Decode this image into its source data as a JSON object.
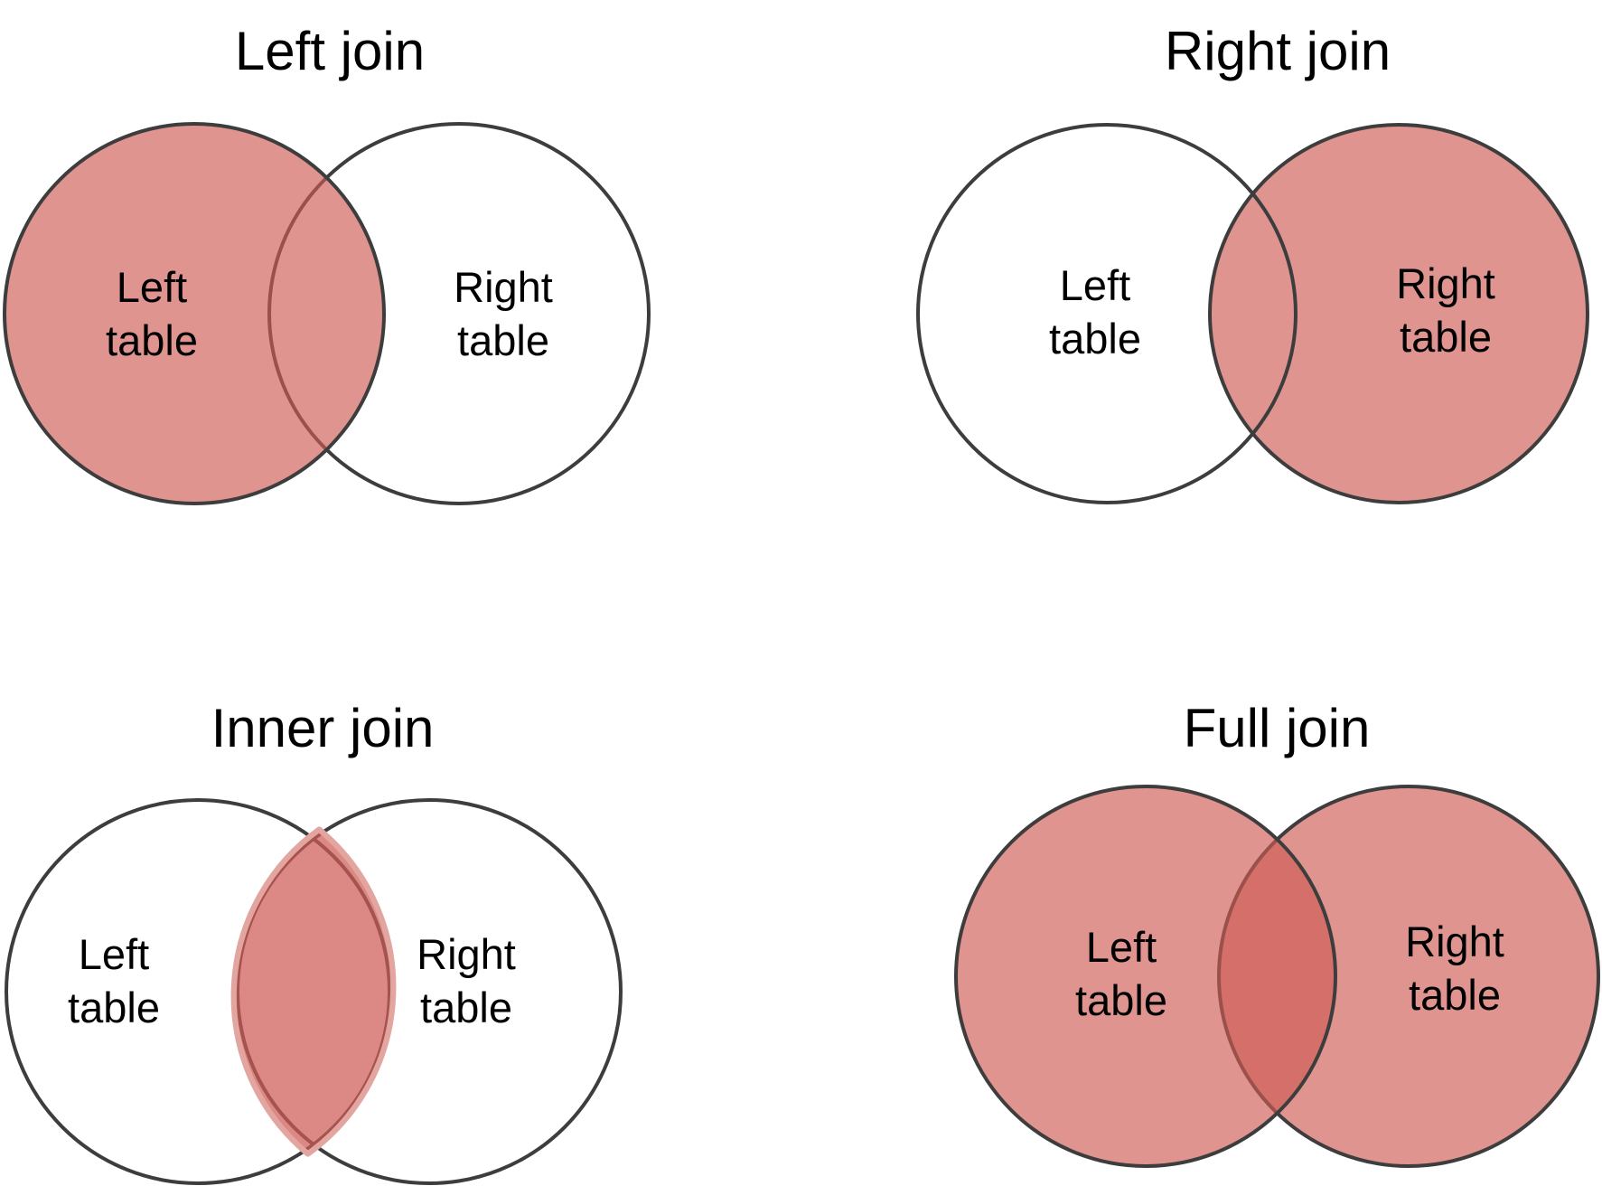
{
  "colors": {
    "background": "#ffffff",
    "circle_stroke": "#3d3d3d",
    "shade": "#ce5a54",
    "shade_over_white": "#dd918b",
    "shade_overlap": "#d47a72",
    "lens_edge": "#e3a59f",
    "text": "#000000"
  },
  "diagrams": [
    {
      "id": "left-join",
      "title": "Left join",
      "shaded_region": "left",
      "left_label": [
        "Left",
        "table"
      ],
      "right_label": [
        "Right",
        "table"
      ]
    },
    {
      "id": "right-join",
      "title": "Right join",
      "shaded_region": "right",
      "left_label": [
        "Left",
        "table"
      ],
      "right_label": [
        "Right",
        "table"
      ]
    },
    {
      "id": "inner-join",
      "title": "Inner join",
      "shaded_region": "overlap",
      "left_label": [
        "Left",
        "table"
      ],
      "right_label": [
        "Right",
        "table"
      ]
    },
    {
      "id": "full-join",
      "title": "Full join",
      "shaded_region": "both",
      "left_label": [
        "Left",
        "table"
      ],
      "right_label": [
        "Right",
        "table"
      ]
    }
  ]
}
